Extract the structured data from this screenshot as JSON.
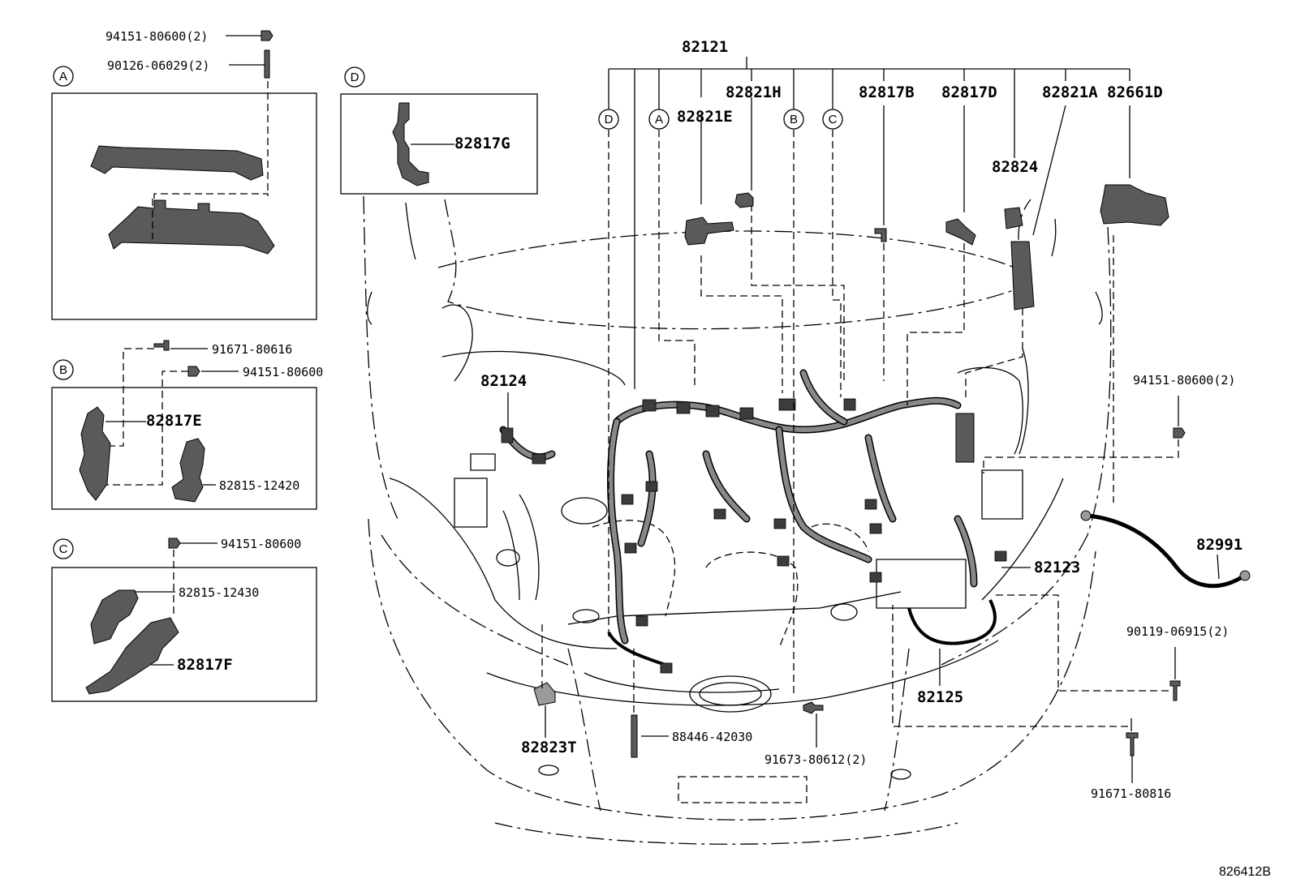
{
  "diagram": {
    "ref_code": "826412B",
    "hardware": {
      "nut_a": "94151-80600(2)",
      "stud_a": "90126-06029(2)",
      "bolt_b": "91671-80616",
      "nut_b": "94151-80600",
      "nut_c": "94151-80600",
      "nut_right": "94151-80600(2)",
      "bolt_right": "90119-06915(2)",
      "bolt_bottom_right": "91671-80816",
      "stud_bottom": "88446-42030",
      "bolt_bottom_center": "91673-80612(2)"
    },
    "inset_letters": {
      "a": "A",
      "b": "B",
      "c": "C",
      "d": "D"
    },
    "inset_parts": {
      "b_bracket": "82817E",
      "b_clamp": "82815-12420",
      "c_clamp": "82815-12430",
      "c_bracket": "82817F",
      "d_part": "82817G"
    },
    "main_parts": {
      "harness": "82121",
      "p82821h": "82821H",
      "p82821e": "82821E",
      "p82817b": "82817B",
      "p82817d": "82817D",
      "p82821a": "82821A",
      "p82661d": "82661D",
      "p82824": "82824",
      "p82124": "82124",
      "p82123": "82123",
      "p82991": "82991",
      "p82125": "82125",
      "p82823t": "82823T"
    }
  }
}
